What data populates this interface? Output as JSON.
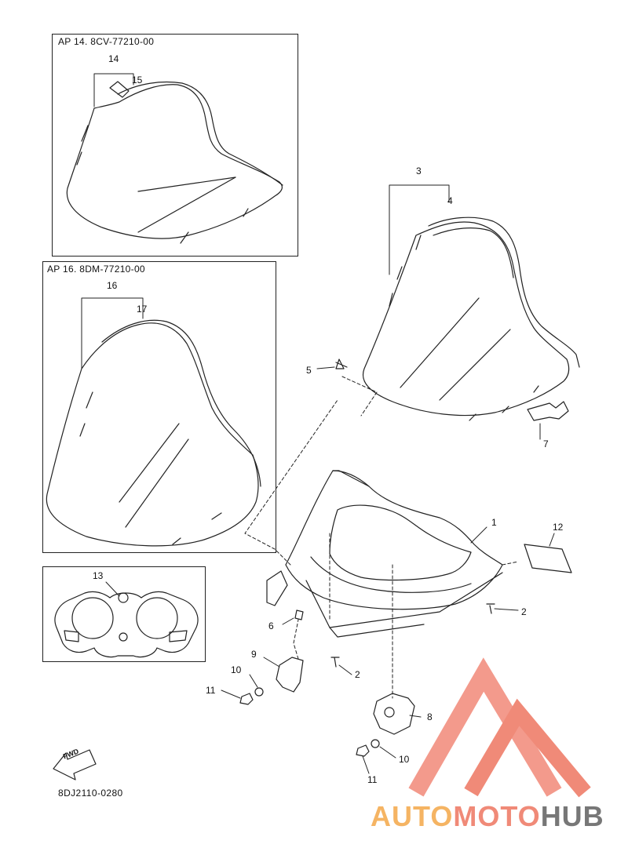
{
  "inset_1": {
    "title": "AP  14. 8CV-77210-00",
    "callouts": [
      "14",
      "15"
    ]
  },
  "inset_2": {
    "title": "AP  16. 8DM-77210-00",
    "callouts": [
      "16",
      "17"
    ]
  },
  "inset_3": {
    "callouts": [
      "13"
    ]
  },
  "parts": {
    "p1": "1",
    "p2a": "2",
    "p2b": "2",
    "p3": "3",
    "p4": "4",
    "p5": "5",
    "p6": "6",
    "p7": "7",
    "p8": "8",
    "p9": "9",
    "p10a": "10",
    "p10b": "10",
    "p11a": "11",
    "p11b": "11",
    "p12": "12"
  },
  "fwd_label": "FWD",
  "diagram_code": "8DJ2110-0280",
  "watermark": {
    "part1": "AUTO",
    "part2": "MOTO",
    "part3": "HUB"
  },
  "colors": {
    "watermark_orange": "#f5b463",
    "watermark_red": "#f08a78",
    "watermark_gray": "#777777"
  }
}
